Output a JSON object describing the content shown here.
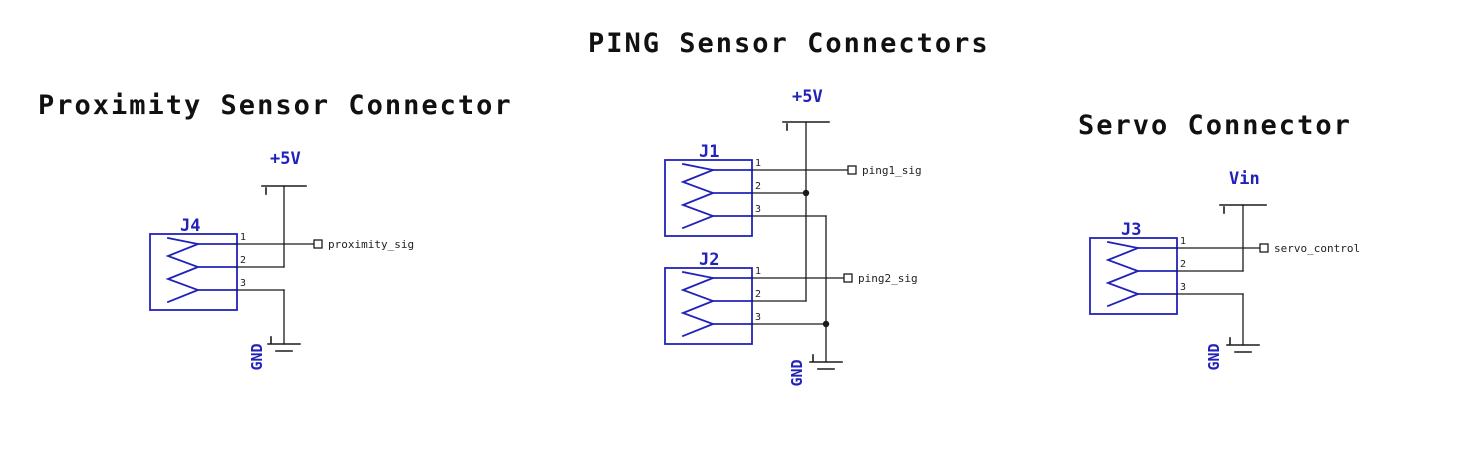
{
  "titles": {
    "ping_section": "PING Sensor Connectors",
    "proximity_section": "Proximity Sensor Connector",
    "servo_section": "Servo Connector"
  },
  "colors": {
    "symbol_blue": "#2222bb",
    "wire_black": "#1b1b1b",
    "background": "#ffffff"
  },
  "proximity_circuit": {
    "connector_ref": "J4",
    "pins": [
      "1",
      "2",
      "3"
    ],
    "power_label": "+5V",
    "ground_label": "GND",
    "signal_label": "proximity_sig"
  },
  "ping_circuit": {
    "connector1_ref": "J1",
    "connector1_pins": [
      "1",
      "2",
      "3"
    ],
    "connector2_ref": "J2",
    "connector2_pins": [
      "1",
      "2",
      "3"
    ],
    "power_label": "+5V",
    "ground_label": "GND",
    "signal1_label": "ping1_sig",
    "signal2_label": "ping2_sig"
  },
  "servo_circuit": {
    "connector_ref": "J3",
    "pins": [
      "1",
      "2",
      "3"
    ],
    "power_label": "Vin",
    "ground_label": "GND",
    "signal_label": "servo_control"
  }
}
